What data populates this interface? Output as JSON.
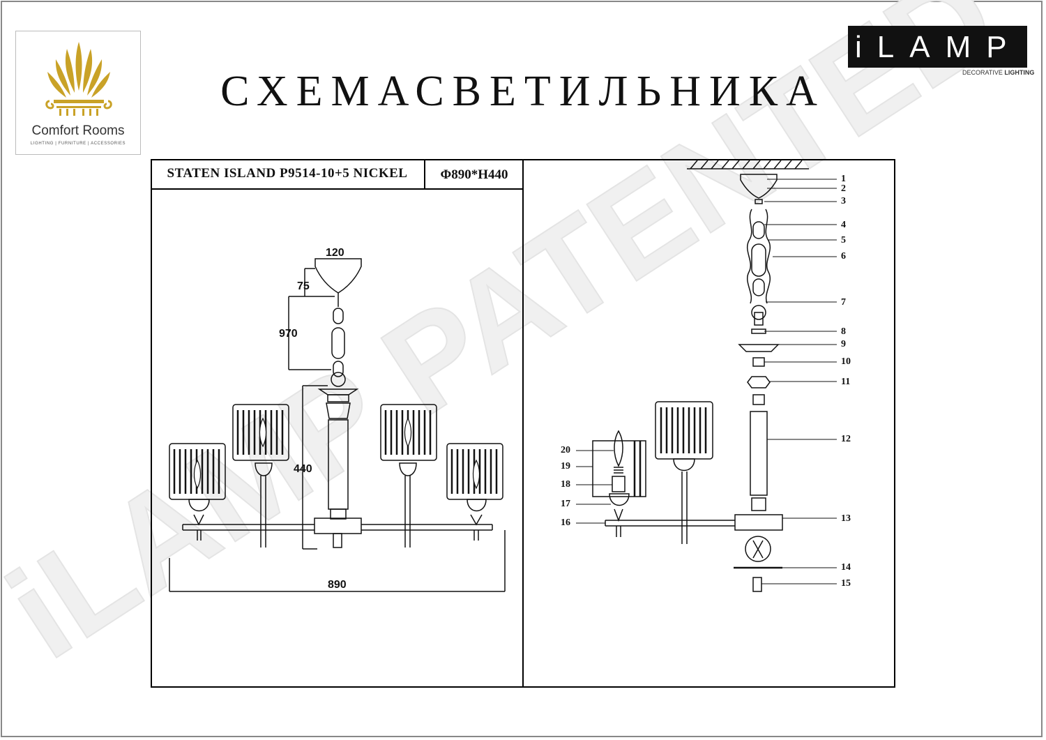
{
  "brand_left": {
    "name": "Comfort Rooms",
    "tagline": "LIGHTING | FURNITURE | ACCESSORIES"
  },
  "brand_right": {
    "name": "iLAMP",
    "sub_prefix": "DECORATIVE",
    "sub_bold": "LIGHTING"
  },
  "title": "СХЕМАСВЕТИЛЬНИКА",
  "model": "STATEN ISLAND P9514-10+5 NICKEL",
  "dimensions": "Φ890*H440",
  "watermark": "iLAMP PATENTED",
  "dim_labels": {
    "top_width": "120",
    "canopy_height": "75",
    "chain_length": "970",
    "body_height": "440",
    "total_width": "890"
  },
  "part_numbers": [
    "1",
    "2",
    "3",
    "4",
    "5",
    "6",
    "7",
    "8",
    "9",
    "10",
    "11",
    "12",
    "13",
    "14",
    "15",
    "16",
    "17",
    "18",
    "19",
    "20"
  ]
}
